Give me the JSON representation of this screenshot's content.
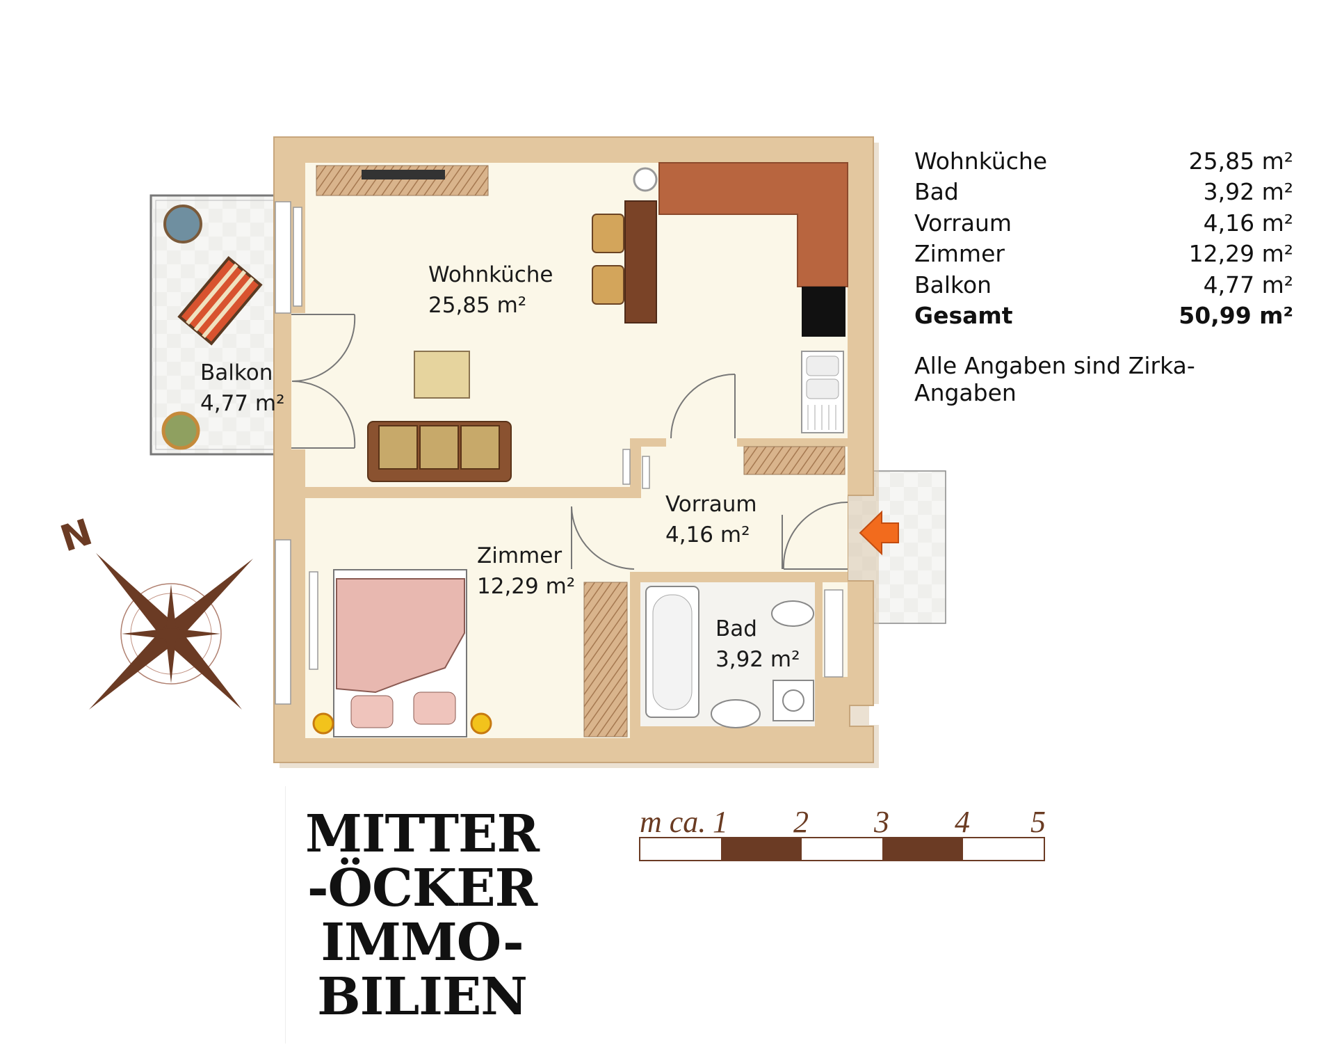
{
  "rooms": {
    "wohnkueche": {
      "name": "Wohnküche",
      "area": "25,85 m²"
    },
    "balkon": {
      "name": "Balkon",
      "area": "4,77 m²"
    },
    "vorraum": {
      "name": "Vorraum",
      "area": "4,16 m²"
    },
    "zimmer": {
      "name": "Zimmer",
      "area": "12,29 m²"
    },
    "bad": {
      "name": "Bad",
      "area": "3,92 m²"
    }
  },
  "legend": {
    "rows": [
      {
        "label": "Wohnküche",
        "value": "25,85 m²"
      },
      {
        "label": "Bad",
        "value": "3,92 m²"
      },
      {
        "label": "Vorraum",
        "value": "4,16 m²"
      },
      {
        "label": "Zimmer",
        "value": "12,29 m²"
      },
      {
        "label": "Balkon",
        "value": "4,77 m²"
      }
    ],
    "total": {
      "label": "Gesamt",
      "value": "50,99 m²"
    },
    "note": "Alle Angaben sind Zirka-Angaben"
  },
  "compass": {
    "north_label": "N"
  },
  "scale": {
    "prefix": "m ca.",
    "ticks": [
      "1",
      "2",
      "3",
      "4",
      "5"
    ]
  },
  "logo": {
    "lines": [
      "MITTER",
      "-ÖCKER",
      "IMMO-",
      "BILIEN"
    ]
  },
  "colors": {
    "wall": "#e3c79f",
    "floor": "#fbf7e8",
    "counter": "#b8653f",
    "accent_brown": "#6b3b24",
    "entrance_arrow": "#f26b1d"
  }
}
